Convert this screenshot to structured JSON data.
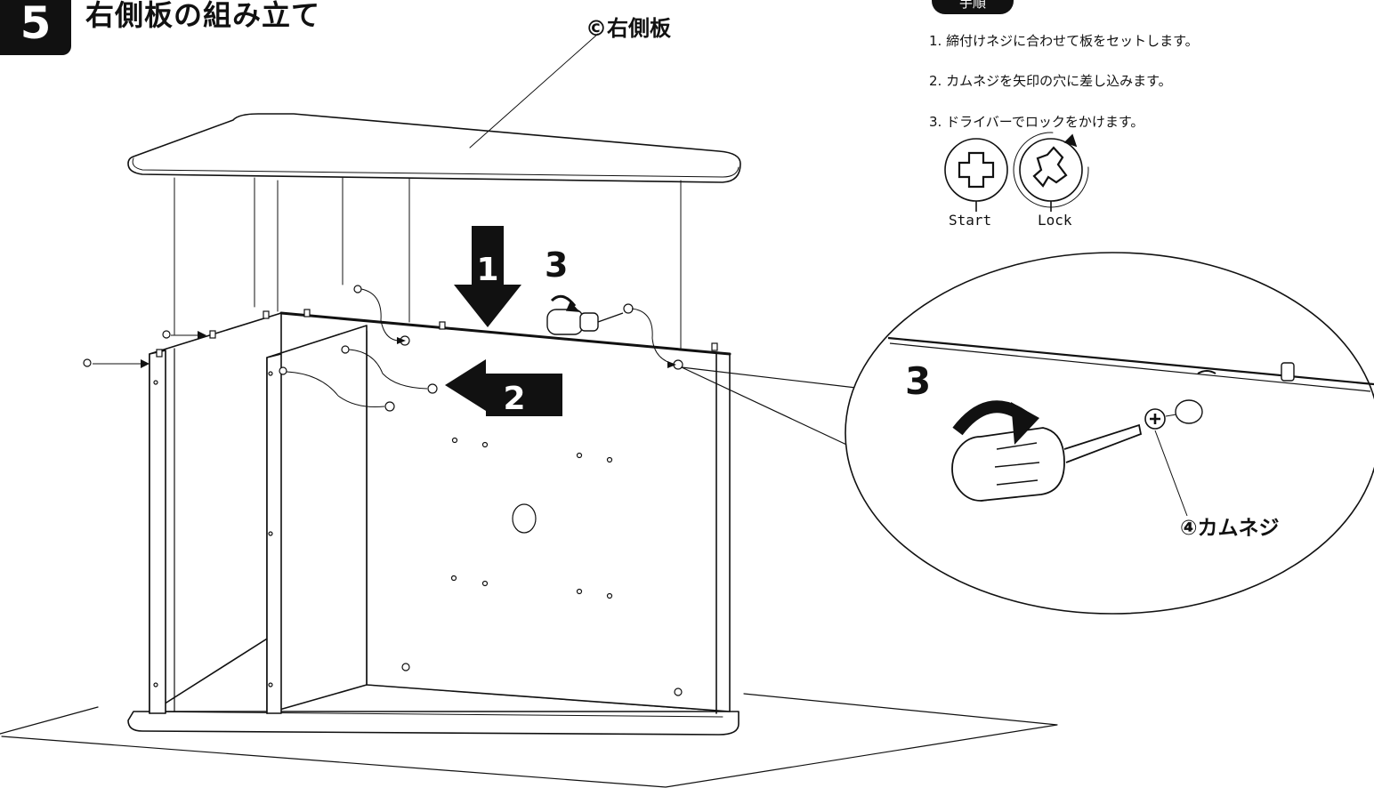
{
  "step": {
    "number": "5",
    "title": "右側板の組み立て"
  },
  "part_label": "©右側板",
  "procedure": {
    "badge": "手順",
    "steps": [
      "1. 締付けネジに合わせて板をセットします。",
      "2. カムネジを矢印の穴に差し込みます。",
      "3. ドライバーでロックをかけます。"
    ]
  },
  "lock_states": {
    "start": "Start",
    "lock": "Lock"
  },
  "arrows": {
    "down": "1",
    "left": "2"
  },
  "callouts": {
    "turn_main": "3",
    "turn_detail": "3"
  },
  "detail_label": "④カムネジ",
  "colors": {
    "ink": "#111111",
    "paper": "#ffffff"
  }
}
